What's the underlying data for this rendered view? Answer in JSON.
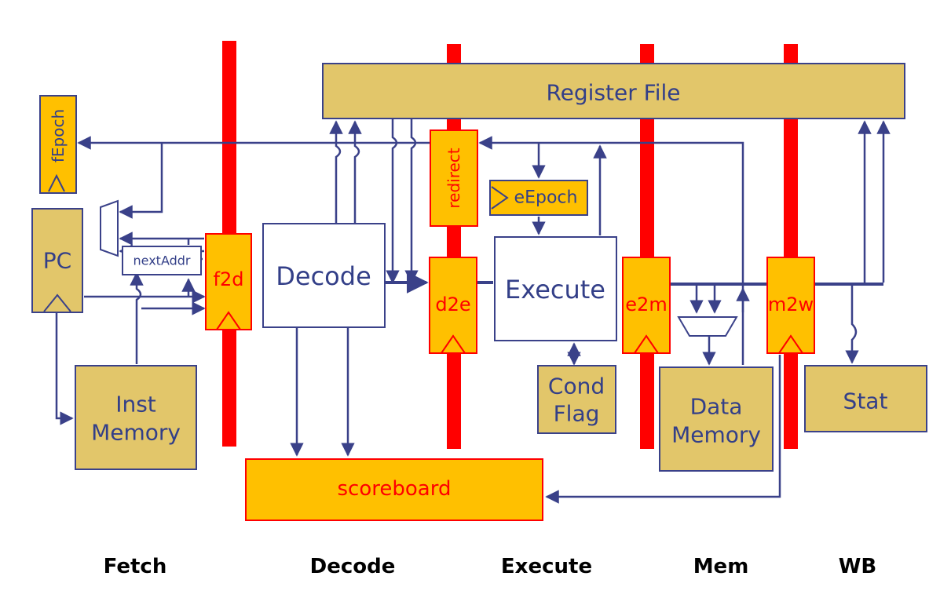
{
  "colors": {
    "pipeline_bar": "#ff0000",
    "register_fill": "#ffc000",
    "unit_fill": "#e2c66a",
    "wire": "#3a4189",
    "label_blue": "#333f88",
    "label_red": "#ff0000"
  },
  "blocks": {
    "register_file": "Register File",
    "pc": "PC",
    "next_addr": "nextAddr",
    "inst_memory_line1": "Inst",
    "inst_memory_line2": "Memory",
    "decode": "Decode",
    "execute": "Execute",
    "cond_flag_line1": "Cond",
    "cond_flag_line2": "Flag",
    "data_memory_line1": "Data",
    "data_memory_line2": "Memory",
    "stat": "Stat",
    "scoreboard": "scoreboard",
    "f_epoch": "fEpoch",
    "e_epoch": "eEpoch",
    "redirect": "redirect"
  },
  "pipeline_registers": {
    "f2d": "f2d",
    "d2e": "d2e",
    "e2m": "e2m",
    "m2w": "m2w"
  },
  "stages": [
    "Fetch",
    "Decode",
    "Execute",
    "Mem",
    "WB"
  ]
}
